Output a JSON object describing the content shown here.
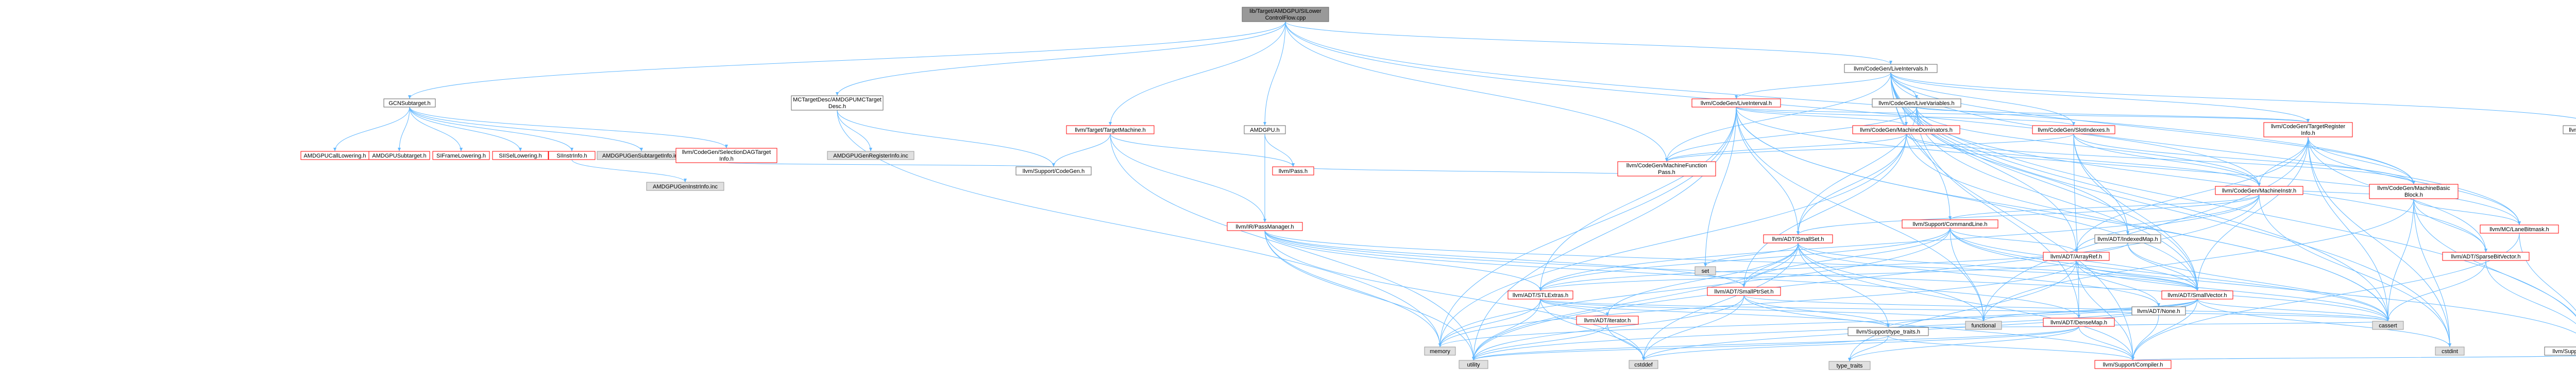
{
  "colors": {
    "edge": "#63b8ff",
    "root_fill": "#999999",
    "sys_fill": "#e0e0e0",
    "header_border": "#ff0000"
  },
  "nodes": [
    {
      "id": "root",
      "label": [
        "lib/Target/AMDGPU/SILower",
        "ControlFlow.cpp"
      ],
      "kind": "root"
    },
    {
      "id": "gcn",
      "label": [
        "GCNSubtarget.h"
      ],
      "kind": "plain"
    },
    {
      "id": "mctgt",
      "label": [
        "MCTargetDesc/AMDGPUMCTarget",
        "Desc.h"
      ],
      "kind": "plain"
    },
    {
      "id": "tm",
      "label": [
        "llvm/Target/TargetMachine.h"
      ],
      "kind": "hdr"
    },
    {
      "id": "amdgpu",
      "label": [
        "AMDGPU.h"
      ],
      "kind": "plain"
    },
    {
      "id": "liveint",
      "label": [
        "llvm/CodeGen/LiveIntervals.h"
      ],
      "kind": "plain"
    },
    {
      "id": "livevars",
      "label": [
        "llvm/CodeGen/LiveVariables.h"
      ],
      "kind": "plain"
    },
    {
      "id": "liveinterval",
      "label": [
        "llvm/CodeGen/LiveInterval.h"
      ],
      "kind": "hdr"
    },
    {
      "id": "mdom",
      "label": [
        "llvm/CodeGen/MachineDominators.h"
      ],
      "kind": "hdr"
    },
    {
      "id": "slotidx",
      "label": [
        "llvm/CodeGen/SlotIndexes.h"
      ],
      "kind": "hdr"
    },
    {
      "id": "tri",
      "label": [
        "llvm/CodeGen/TargetRegister",
        "Info.h"
      ],
      "kind": "hdr"
    },
    {
      "id": "initpasses",
      "label": [
        "llvm/InitializePasses.h"
      ],
      "kind": "plain"
    },
    {
      "id": "callow",
      "label": [
        "AMDGPUCallLowering.h"
      ],
      "kind": "hdr"
    },
    {
      "id": "subtarget",
      "label": [
        "AMDGPUSubtarget.h"
      ],
      "kind": "hdr"
    },
    {
      "id": "sifl",
      "label": [
        "SIFrameLowering.h"
      ],
      "kind": "hdr"
    },
    {
      "id": "siisel",
      "label": [
        "SIISelLowering.h"
      ],
      "kind": "hdr"
    },
    {
      "id": "siinstr",
      "label": [
        "SIInstrInfo.h"
      ],
      "kind": "hdr"
    },
    {
      "id": "gensubinc",
      "label": [
        "AMDGPUGenSubtargetInfo.inc"
      ],
      "kind": "sys"
    },
    {
      "id": "seldag",
      "label": [
        "llvm/CodeGen/SelectionDAGTarget",
        "Info.h"
      ],
      "kind": "hdr"
    },
    {
      "id": "geninstr",
      "label": [
        "AMDGPUGenInstrInfo.inc"
      ],
      "kind": "sys"
    },
    {
      "id": "genreg",
      "label": [
        "AMDGPUGenRegisterInfo.inc"
      ],
      "kind": "sys"
    },
    {
      "id": "codegen",
      "label": [
        "llvm/Support/CodeGen.h"
      ],
      "kind": "plain"
    },
    {
      "id": "pass",
      "label": [
        "llvm/Pass.h"
      ],
      "kind": "hdr"
    },
    {
      "id": "passmgr",
      "label": [
        "llvm/IR/PassManager.h"
      ],
      "kind": "hdr"
    },
    {
      "id": "mfpass",
      "label": [
        "llvm/CodeGen/MachineFunction",
        "Pass.h"
      ],
      "kind": "hdr"
    },
    {
      "id": "mbb",
      "label": [
        "llvm/CodeGen/MachineBasic",
        "Block.h"
      ],
      "kind": "hdr"
    },
    {
      "id": "minstr",
      "label": [
        "llvm/CodeGen/MachineInstr.h"
      ],
      "kind": "hdr"
    },
    {
      "id": "cmdline",
      "label": [
        "llvm/Support/CommandLine.h"
      ],
      "kind": "hdr"
    },
    {
      "id": "lanebm",
      "label": [
        "llvm/MC/LaneBitmask.h"
      ],
      "kind": "hdr"
    },
    {
      "id": "sparsebv",
      "label": [
        "llvm/ADT/SparseBitVector.h"
      ],
      "kind": "hdr"
    },
    {
      "id": "smallset",
      "label": [
        "llvm/ADT/SmallSet.h"
      ],
      "kind": "hdr"
    },
    {
      "id": "idxmap",
      "label": [
        "llvm/ADT/IndexedMap.h"
      ],
      "kind": "plain"
    },
    {
      "id": "arrayref",
      "label": [
        "llvm/ADT/ArrayRef.h"
      ],
      "kind": "hdr"
    },
    {
      "id": "set",
      "label": [
        "set"
      ],
      "kind": "sys"
    },
    {
      "id": "smallptr",
      "label": [
        "llvm/ADT/SmallPtrSet.h"
      ],
      "kind": "hdr"
    },
    {
      "id": "stlextras",
      "label": [
        "llvm/ADT/STLExtras.h"
      ],
      "kind": "hdr"
    },
    {
      "id": "smallvec",
      "label": [
        "llvm/ADT/SmallVector.h"
      ],
      "kind": "hdr"
    },
    {
      "id": "none",
      "label": [
        "llvm/ADT/None.h"
      ],
      "kind": "plain"
    },
    {
      "id": "densemap",
      "label": [
        "llvm/ADT/DenseMap.h"
      ],
      "kind": "hdr"
    },
    {
      "id": "iterator",
      "label": [
        "llvm/ADT/iterator.h"
      ],
      "kind": "hdr"
    },
    {
      "id": "typetraits",
      "label": [
        "llvm/Support/type_traits.h"
      ],
      "kind": "plain"
    },
    {
      "id": "functional",
      "label": [
        "functional"
      ],
      "kind": "sys"
    },
    {
      "id": "memory",
      "label": [
        "memory"
      ],
      "kind": "sys"
    },
    {
      "id": "utility",
      "label": [
        "utility"
      ],
      "kind": "sys"
    },
    {
      "id": "cstddef",
      "label": [
        "cstddef"
      ],
      "kind": "sys"
    },
    {
      "id": "typetraitsstd",
      "label": [
        "type_traits"
      ],
      "kind": "sys"
    },
    {
      "id": "compiler",
      "label": [
        "llvm/Support/Compiler.h"
      ],
      "kind": "hdr"
    },
    {
      "id": "cassert",
      "label": [
        "cassert"
      ],
      "kind": "sys"
    },
    {
      "id": "cstdint",
      "label": [
        "cstdint"
      ],
      "kind": "sys"
    },
    {
      "id": "errh",
      "label": [
        "llvm/Support/ErrorHandling.h"
      ],
      "kind": "plain"
    }
  ]
}
